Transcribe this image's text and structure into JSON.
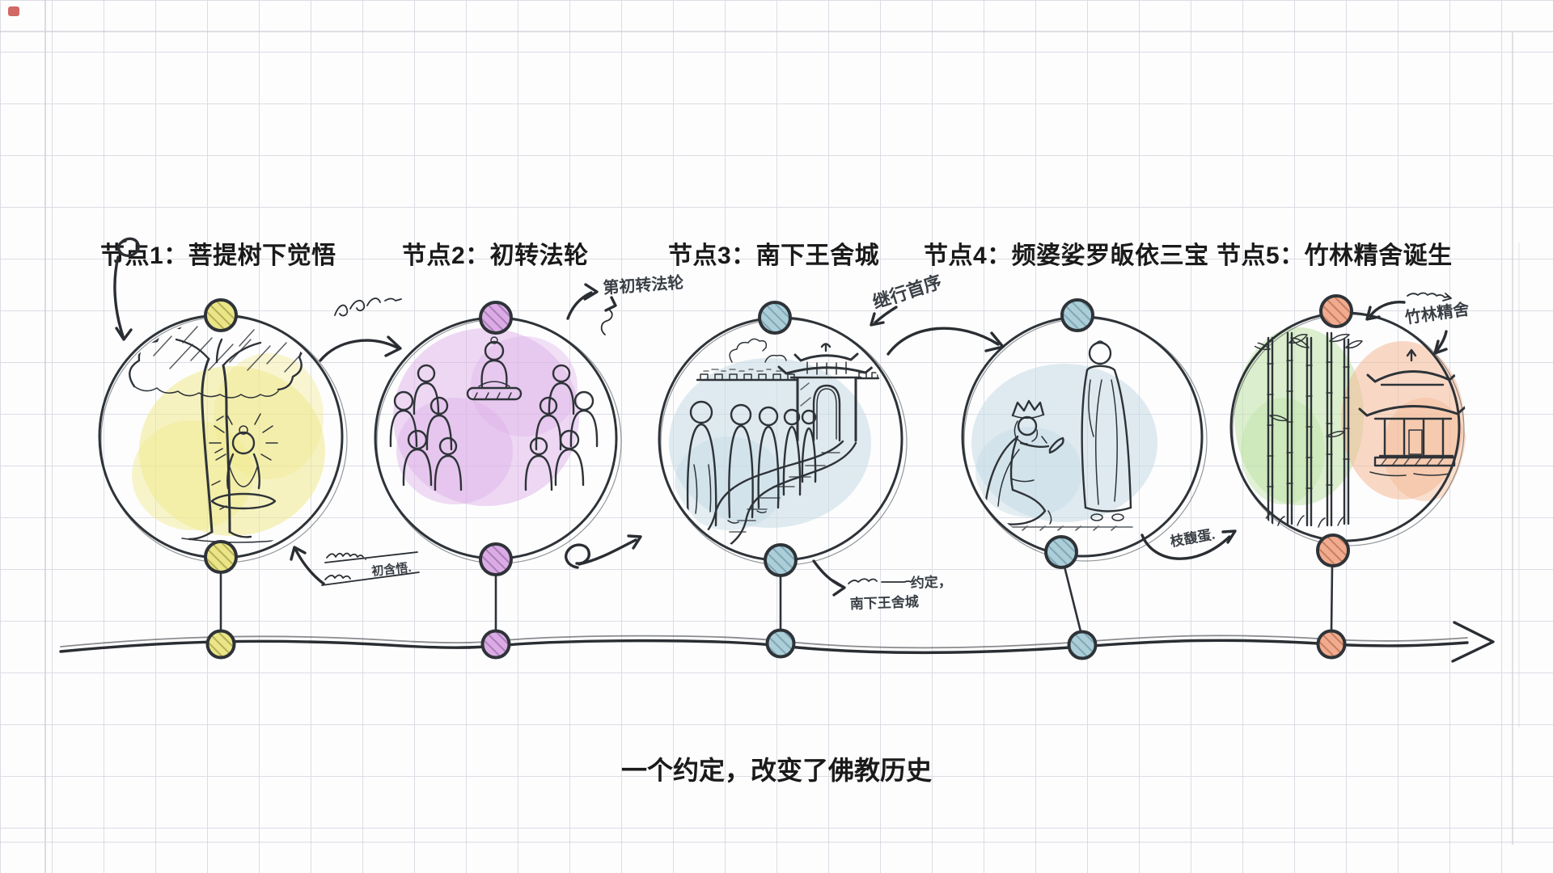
{
  "page": {
    "caption": "一个约定，改变了佛教历史"
  },
  "nodes": [
    {
      "title": "节点1：菩提树下觉悟",
      "scene": "buddha-meditating-under-bodhi-tree",
      "accent": "yellow"
    },
    {
      "title": "节点2：初转法轮",
      "scene": "first-sermon-to-disciples",
      "accent": "purple"
    },
    {
      "title": "节点3：南下王舍城",
      "scene": "monks-walking-to-city-gate",
      "accent": "blue"
    },
    {
      "title": "节点4：频婆娑罗皈依三宝",
      "scene": "king-kneeling-before-standing-buddha",
      "accent": "blue"
    },
    {
      "title": "节点5：竹林精舍诞生",
      "scene": "bamboo-grove-and-monastery",
      "accent": "orange"
    }
  ],
  "annotations": {
    "node2_top": "第初转法轮",
    "node3_top": "继行首序",
    "node5_top": "竹林精舍",
    "node1_bottom": "初含悟.",
    "node3_bottom_line1": "约定，",
    "node3_bottom_line2": "南下王舍城",
    "node4_to_5": "枝馥蛋."
  },
  "colors": {
    "ink": "#2e3338",
    "arrow_ink": "#2a2e32",
    "paper": "#fdfdfe",
    "grid": "#dcdde4",
    "frame": "#c9cad2",
    "title_text": "#1a1a1a",
    "hand_text": "#3a3f45",
    "dot_yellow": "#eae586",
    "dot_yellow_hatch": "#b6ae58",
    "dot_purple": "#dcabe6",
    "dot_purple_hatch": "#a87fb6",
    "dot_blue": "#abced9",
    "dot_blue_hatch": "#7fa6b4",
    "dot_orange": "#f1ab8e",
    "dot_orange_hatch": "#c57e61",
    "wash_yellow": "#f0e98c",
    "wash_purple": "#deb2e8",
    "wash_blue": "#c6dbe4",
    "wash_green": "#bfe3a6",
    "wash_orange": "#f4ba95",
    "corner_mark": "#c94f4a"
  }
}
